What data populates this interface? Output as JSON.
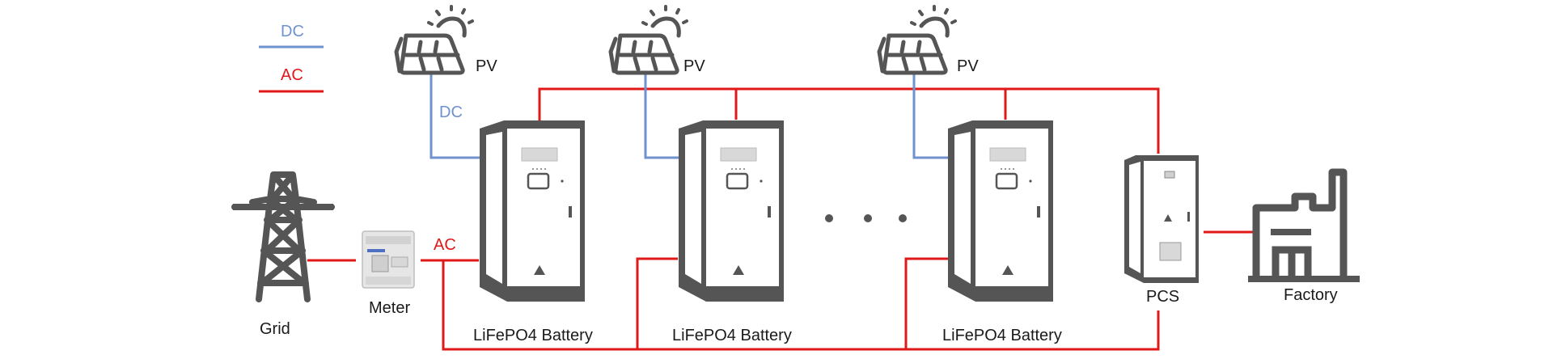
{
  "legend": {
    "dc_label": "DC",
    "ac_label": "AC",
    "dc_color": "#6f92cf",
    "ac_color": "#e01818"
  },
  "nodes": {
    "grid": "Grid",
    "meter": "Meter",
    "pv": [
      "PV",
      "PV",
      "PV"
    ],
    "batteries": [
      "LiFePO4 Battery",
      "LiFePO4 Battery",
      "LiFePO4 Battery"
    ],
    "pcs": "PCS",
    "factory": "Factory"
  },
  "wire_labels": {
    "pv_dc": "DC",
    "meter_ac": "AC"
  },
  "ellipsis": "• • •"
}
